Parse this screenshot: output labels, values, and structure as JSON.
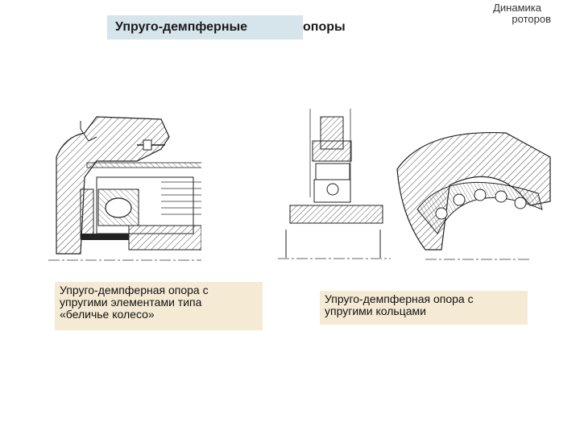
{
  "slide": {
    "title_part1": "Упруго-демпферные",
    "title_part2": "опоры",
    "corner_line1": "Динамика",
    "corner_line2": "роторов"
  },
  "captions": {
    "left": [
      "Упруго-демпферная опора с",
      "упругими элементами типа",
      "«беличье колесо»"
    ],
    "right": [
      "Упруго-демпферная опора с",
      "упругими кольцами"
    ]
  }
}
